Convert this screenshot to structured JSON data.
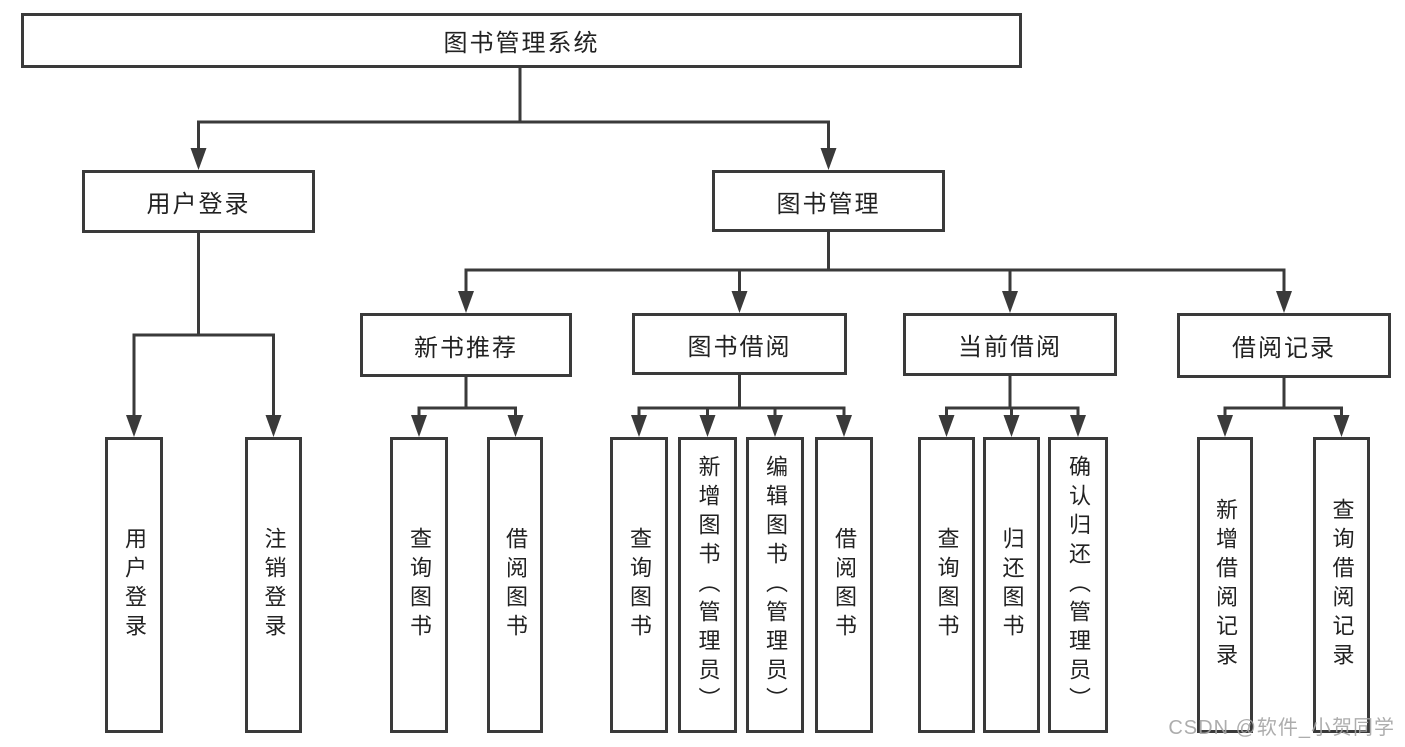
{
  "colors": {
    "line": "#3a3a3a",
    "text": "#222222",
    "watermark": "#a5a5a5",
    "background": "#ffffff"
  },
  "root": {
    "label": "图书管理系统"
  },
  "branches": [
    {
      "label": "用户登录",
      "leaves": [
        {
          "label": "用户登录"
        },
        {
          "label": "注销登录"
        }
      ]
    },
    {
      "label": "图书管理",
      "groups": [
        {
          "label": "新书推荐",
          "leaves": [
            {
              "label": "查询图书"
            },
            {
              "label": "借阅图书"
            }
          ]
        },
        {
          "label": "图书借阅",
          "leaves": [
            {
              "label": "查询图书"
            },
            {
              "label": "新增图书（管理员）"
            },
            {
              "label": "编辑图书（管理员）"
            },
            {
              "label": "借阅图书"
            }
          ]
        },
        {
          "label": "当前借阅",
          "leaves": [
            {
              "label": "查询图书"
            },
            {
              "label": "归还图书"
            },
            {
              "label": "确认归还（管理员）"
            }
          ]
        },
        {
          "label": "借阅记录",
          "leaves": [
            {
              "label": "新增借阅记录"
            },
            {
              "label": "查询借阅记录"
            }
          ]
        }
      ]
    }
  ],
  "watermark": {
    "text": "CSDN @软件_小贺同学"
  }
}
